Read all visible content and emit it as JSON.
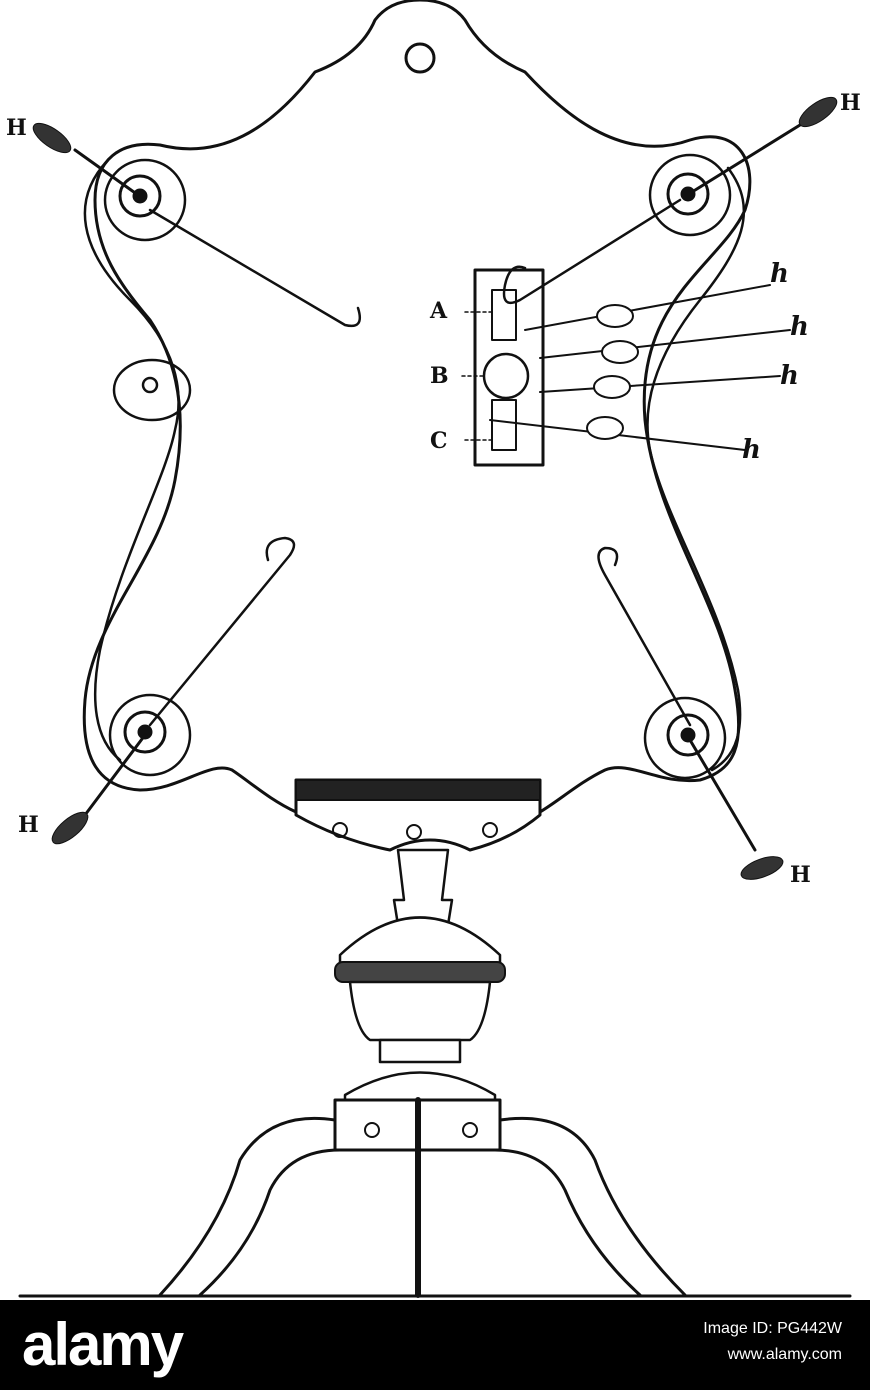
{
  "labels": {
    "H": "H",
    "A": "A",
    "B": "B",
    "C": "C",
    "h": "h"
  },
  "footer": {
    "logo": "alamy",
    "image_id": "Image ID: PG442W",
    "url": "www.alamy.com"
  },
  "colors": {
    "ink": "#111111",
    "paper": "#ffffff",
    "footer_bg": "#000000",
    "footer_text": "#ffffff"
  }
}
